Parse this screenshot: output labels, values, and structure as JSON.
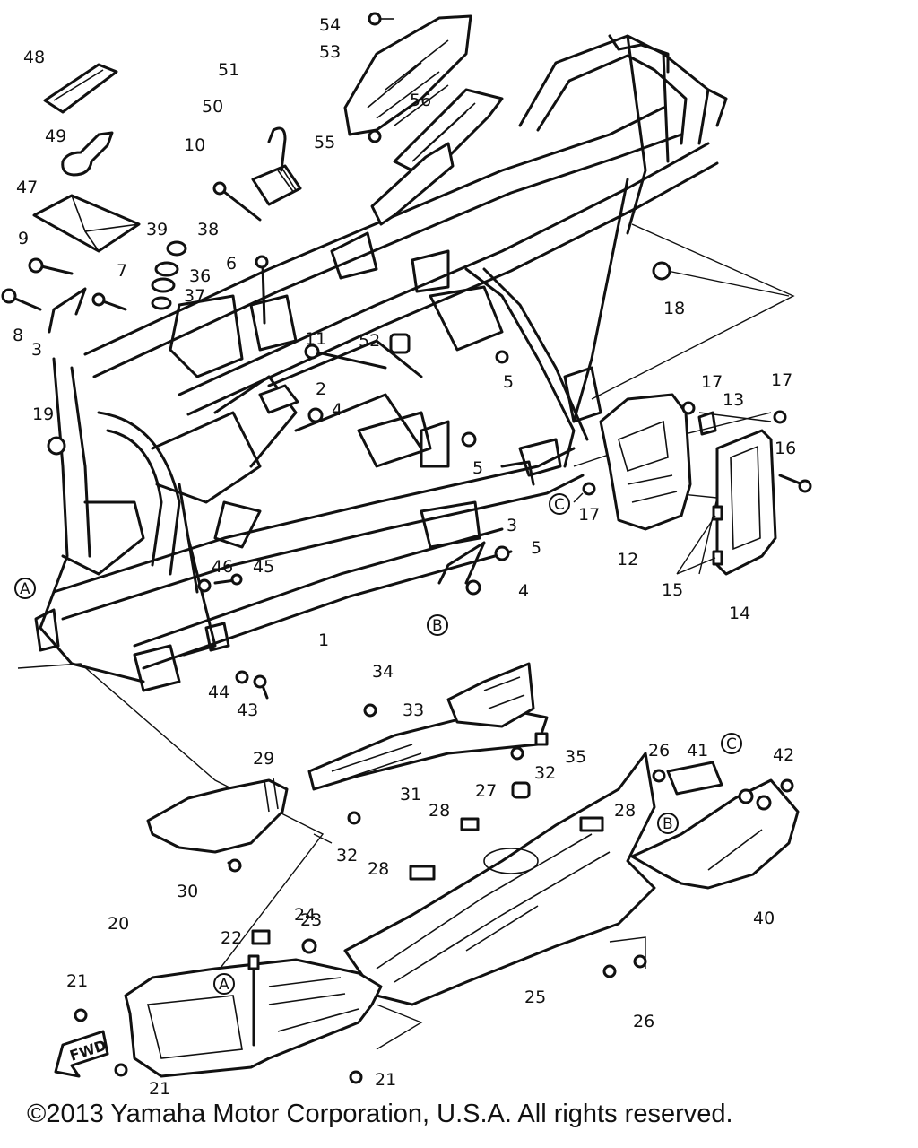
{
  "copyright": "©2013 Yamaha Motor Corporation, U.S.A. All rights reserved.",
  "fwd_label": "FWD",
  "callouts": [
    "A",
    "B",
    "C"
  ],
  "part_numbers": [
    "1",
    "2",
    "3",
    "4",
    "5",
    "6",
    "7",
    "8",
    "9",
    "10",
    "11",
    "12",
    "13",
    "14",
    "15",
    "16",
    "17",
    "18",
    "19",
    "20",
    "21",
    "22",
    "23",
    "24",
    "25",
    "26",
    "27",
    "28",
    "29",
    "30",
    "31",
    "32",
    "33",
    "34",
    "35",
    "36",
    "37",
    "38",
    "39",
    "40",
    "41",
    "42",
    "43",
    "44",
    "45",
    "46",
    "47",
    "48",
    "49",
    "50",
    "51",
    "52",
    "53",
    "54",
    "55",
    "56"
  ],
  "labels": [
    {
      "n": "54"
    },
    {
      "n": "53"
    },
    {
      "n": "48"
    },
    {
      "n": "51"
    },
    {
      "n": "50"
    },
    {
      "n": "49"
    },
    {
      "n": "56"
    },
    {
      "n": "10"
    },
    {
      "n": "55"
    },
    {
      "n": "47"
    },
    {
      "n": "39"
    },
    {
      "n": "38"
    },
    {
      "n": "9"
    },
    {
      "n": "6"
    },
    {
      "n": "7"
    },
    {
      "n": "36"
    },
    {
      "n": "37"
    },
    {
      "n": "18"
    },
    {
      "n": "8"
    },
    {
      "n": "3"
    },
    {
      "n": "52"
    },
    {
      "n": "11"
    },
    {
      "n": "5"
    },
    {
      "n": "2"
    },
    {
      "n": "4"
    },
    {
      "n": "17"
    },
    {
      "n": "13"
    },
    {
      "n": "17"
    },
    {
      "n": "19"
    },
    {
      "n": "5"
    },
    {
      "n": "16"
    },
    {
      "n": "17"
    },
    {
      "n": "3"
    },
    {
      "n": "12"
    },
    {
      "n": "5"
    },
    {
      "n": "15"
    },
    {
      "n": "46"
    },
    {
      "n": "45"
    },
    {
      "n": "4"
    },
    {
      "n": "14"
    },
    {
      "n": "1"
    },
    {
      "n": "34"
    },
    {
      "n": "44"
    },
    {
      "n": "43"
    },
    {
      "n": "33"
    },
    {
      "n": "26"
    },
    {
      "n": "41"
    },
    {
      "n": "35"
    },
    {
      "n": "42"
    },
    {
      "n": "29"
    },
    {
      "n": "32"
    },
    {
      "n": "31"
    },
    {
      "n": "27"
    },
    {
      "n": "28"
    },
    {
      "n": "28"
    },
    {
      "n": "32"
    },
    {
      "n": "28"
    },
    {
      "n": "30"
    },
    {
      "n": "40"
    },
    {
      "n": "24"
    },
    {
      "n": "23"
    },
    {
      "n": "20"
    },
    {
      "n": "22"
    },
    {
      "n": "21"
    },
    {
      "n": "25"
    },
    {
      "n": "26"
    },
    {
      "n": "21"
    },
    {
      "n": "21"
    }
  ]
}
